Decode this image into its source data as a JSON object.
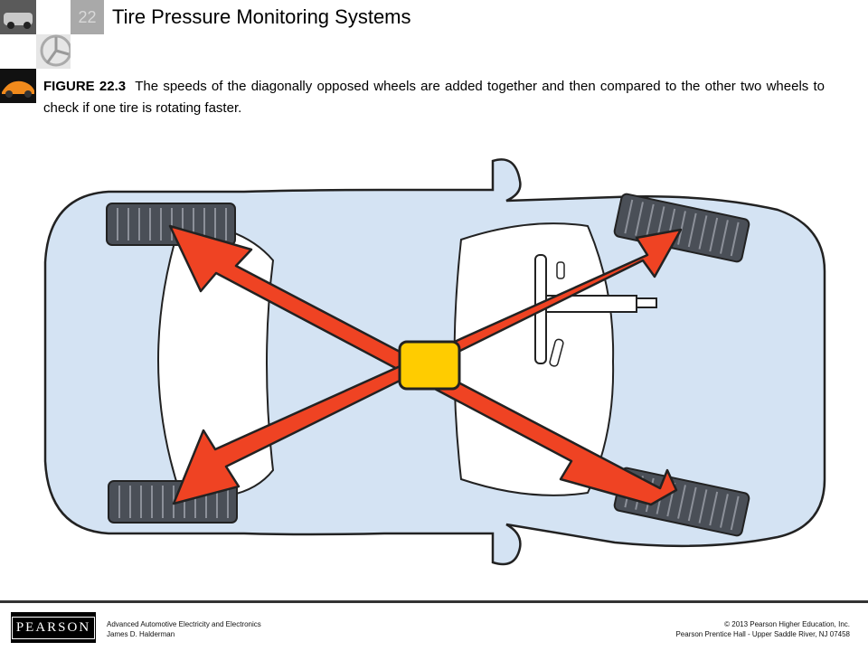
{
  "slide": {
    "chapter_number": "22",
    "title": "Tire Pressure Monitoring Systems"
  },
  "caption": {
    "figure_label": "FIGURE 22.3",
    "text": "The speeds of the diagonally opposed wheels are added together and then compared to the other two wheels to check if one tire is rotating faster."
  },
  "figure": {
    "body_color": "#d4e3f3",
    "arrow_color": "#ef4323",
    "center_box_color": "#ffcc00",
    "tire_color": "#4a4f57"
  },
  "footer": {
    "logo": "PEARSON",
    "book_title": "Advanced Automotive Electricity and Electronics",
    "author": "James D. Halderman",
    "copyright": "© 2013 Pearson Higher Education, Inc.",
    "publisher": "Pearson Prentice Hall - Upper Saddle River, NJ 07458"
  }
}
